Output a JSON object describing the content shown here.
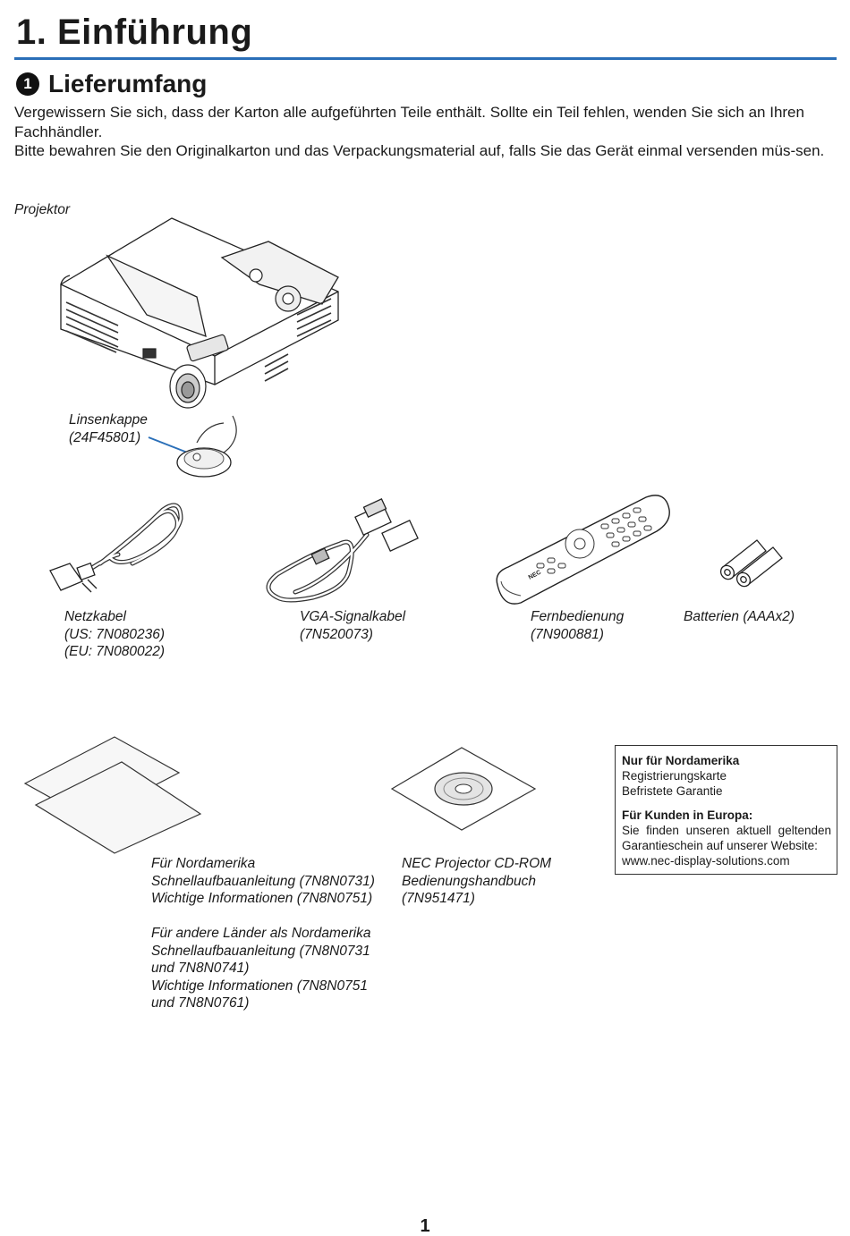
{
  "header": {
    "title": "1. Einführung"
  },
  "section": {
    "number": "1",
    "title": "Lieferumfang"
  },
  "intro": {
    "p1": "Vergewissern Sie sich, dass der Karton alle aufgeführten Teile enthält. Sollte ein Teil fehlen, wenden Sie sich an Ihren Fachhändler.",
    "p2": "Bitte bewahren Sie den Originalkarton und das Verpackungsmaterial auf, falls Sie das Gerät einmal versenden müs-sen."
  },
  "items": {
    "projector": "Projektor",
    "lens_cap": "Linsenkappe\n(24F45801)",
    "power_cable": "Netzkabel\n(US: 7N080236)\n(EU: 7N080022)",
    "vga_cable": "VGA-Signalkabel\n(7N520073)",
    "remote": "Fernbedienung\n(7N900881)",
    "batteries": "Batterien (AAAx2)",
    "documents": "Für Nordamerika\nSchnellaufbauanleitung (7N8N0731)\nWichtige Informationen (7N8N0751)\n\nFür andere Länder als Nordamerika\nSchnellaufbauanleitung (7N8N0731\nund 7N8N0741)\nWichtige Informationen (7N8N0751\nund 7N8N0761)",
    "cdrom": "NEC Projector CD-ROM\nBedienungshandbuch\n(7N951471)",
    "remote_brand": "NEC"
  },
  "notice": {
    "na_title": "Nur für Nordamerika",
    "na_line1": "Registrierungskarte",
    "na_line2": "Befristete Garantie",
    "eu_title": "Für Kunden in Europa:",
    "eu_text": "Sie finden unseren aktuell geltenden Garantieschein auf unserer Website:",
    "eu_url": "www.nec-display-solutions.com"
  },
  "footer": {
    "page_number": "1"
  },
  "colors": {
    "rule": "#2a6fb8",
    "leader_line": "#2a6fb8"
  }
}
